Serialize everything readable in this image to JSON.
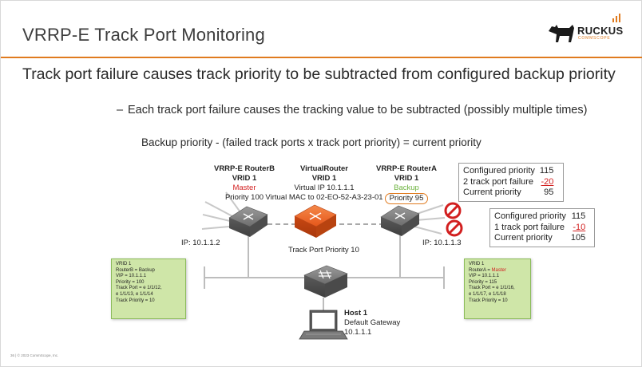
{
  "slide": {
    "title": "VRRP-E Track Port Monitoring",
    "logo": {
      "text": "RUCKUS",
      "sub": "COMMSCOPE",
      "icon": "dog-logo-icon"
    },
    "headline": "Track port failure causes track priority to be subtracted from configured backup priority",
    "bullet": "Each track port failure causes the tracking value to be subtracted (possibly multiple times)",
    "bullet_dash": "–",
    "formula": "Backup priority - (failed track ports x track port priority) = current priority",
    "footer": "36  |  © 2023 CommScope, Inc."
  },
  "router_b": {
    "name": "VRRP-E RouterB",
    "vrid": "VRID 1",
    "role": "Master",
    "priority": "Priority 100",
    "ip": "IP: 10.1.1.2",
    "config": [
      "VRID 1",
      "RouterB = Backup",
      "VIP = 10.1.1.1",
      "Priority = 100",
      "Track Port = e 1/1/12,",
      "e 1/1/13, e 1/1/14",
      "Track Priority = 10"
    ]
  },
  "virtual_router": {
    "name": "VirtualRouter",
    "vrid": "VRID 1",
    "vip": "Virtual IP 10.1.1.1",
    "vmac": "Virtual MAC to 02-EO-52-A3-23-01",
    "track_port_priority": "Track Port Priority 10"
  },
  "router_a": {
    "name": "VRRP-E RouterA",
    "vrid": "VRID 1",
    "role": "Backup",
    "priority": "Priority 95",
    "ip": "IP: 10.1.1.3",
    "config": {
      "vrid": "VRID 1",
      "role_prefix": "RouterA = ",
      "role_value": "Master",
      "lines": [
        "VIP = 10.1.1.1",
        "Priority = 115",
        "Track Port = e 1/1/16,",
        "e 1/1/17, e 1/1/18",
        "Track Priority = 10"
      ]
    }
  },
  "priority_box_1": {
    "rows": [
      {
        "label": "Configured priority",
        "value": "115"
      },
      {
        "label": "2 track port failure",
        "value": "-20"
      },
      {
        "label": "Current priority",
        "value": "95"
      }
    ]
  },
  "priority_box_2": {
    "rows": [
      {
        "label": "Configured priority",
        "value": "115"
      },
      {
        "label": "1 track port failure",
        "value": "-10"
      },
      {
        "label": "Current priority",
        "value": "105"
      }
    ]
  },
  "host": {
    "name": "Host 1",
    "gateway_label": "Default Gateway",
    "gateway_ip": "10.1.1.1"
  },
  "colors": {
    "accent": "#e07b1f",
    "master_red": "#d21f1f",
    "backup_green": "#6db33f",
    "config_fill": "#cfe6a8",
    "virtual_router_orange": "#f26b2a"
  }
}
